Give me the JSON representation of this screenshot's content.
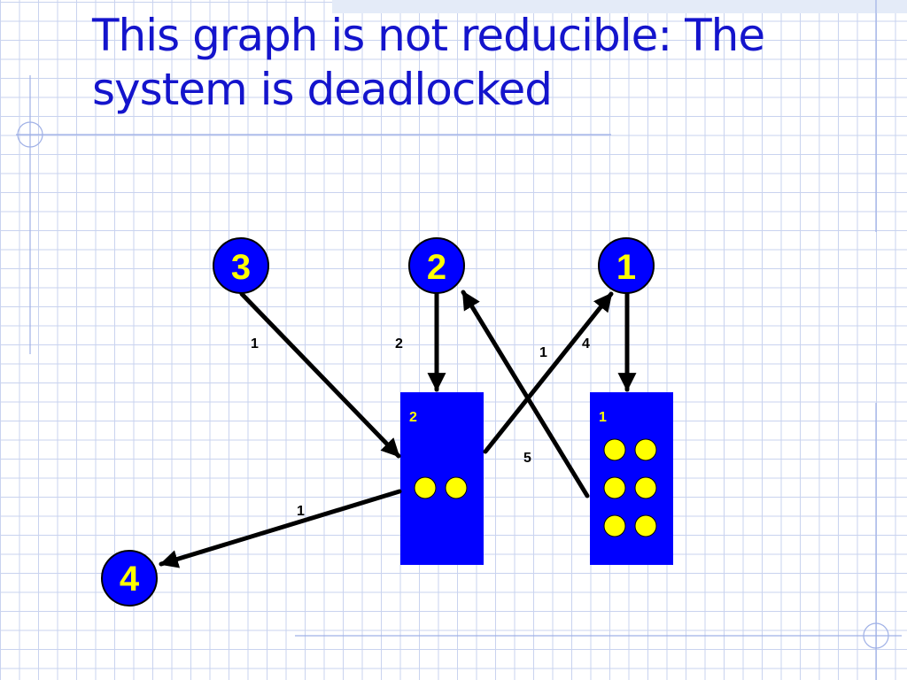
{
  "title": "This graph is not reducible: The system is deadlocked",
  "processes": [
    {
      "id": "p3",
      "label": "3"
    },
    {
      "id": "p2",
      "label": "2"
    },
    {
      "id": "p1",
      "label": "1"
    },
    {
      "id": "p4",
      "label": "4"
    }
  ],
  "resources": [
    {
      "id": "r2",
      "label": "2",
      "units": 2
    },
    {
      "id": "r1",
      "label": "1",
      "units": 6
    }
  ],
  "edges": [
    {
      "id": "p3-to-r2",
      "from": "3",
      "to": "resource 2",
      "type": "request",
      "label": "1"
    },
    {
      "id": "p2-to-r2",
      "from": "2",
      "to": "resource 2",
      "type": "request",
      "label": "2"
    },
    {
      "id": "r2-to-p1",
      "from": "resource 2",
      "to": "1",
      "type": "assignment",
      "label": "1"
    },
    {
      "id": "p1-to-r1",
      "from": "1",
      "to": "resource 1",
      "type": "request",
      "label": "4"
    },
    {
      "id": "r1-to-p2",
      "from": "resource 1",
      "to": "2",
      "type": "assignment",
      "label": "5"
    },
    {
      "id": "r2-to-p4",
      "from": "resource 2",
      "to": "4",
      "type": "assignment",
      "label": "1"
    }
  ],
  "colors": {
    "title": "#1414cc",
    "node_fill": "#0000ff",
    "node_text": "#ffff00",
    "resource_fill": "#0000ff",
    "unit_fill": "#ffff00",
    "edge": "#000000",
    "grid": "#c9d3ef"
  }
}
